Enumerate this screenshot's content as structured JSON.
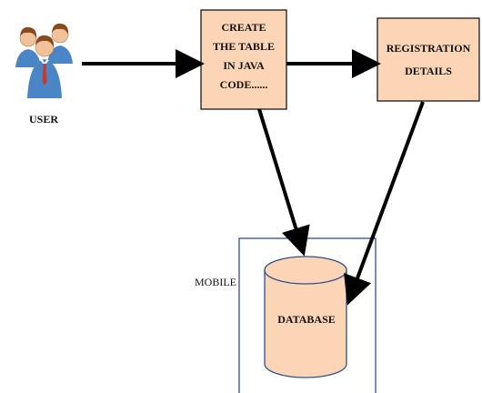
{
  "user": {
    "label": "USER",
    "icon": "user-group-icon"
  },
  "create_box": {
    "lines": [
      "CREATE",
      "THE TABLE",
      "IN JAVA",
      "CODE......"
    ]
  },
  "registration_box": {
    "lines": [
      "REGISTRATION",
      "DETAILS"
    ]
  },
  "mobile": {
    "label": "MOBILE"
  },
  "database": {
    "label": "DATABASE"
  },
  "colors": {
    "box_fill": "#fbd5b5",
    "box_border": "#1a1a1a",
    "mobile_border": "#2f4f8f",
    "arrow": "#000000",
    "user_skin": "#f2c39a",
    "user_hair": "#8a4a1e",
    "user_suit": "#4a86c5",
    "user_tie": "#c83a2a"
  }
}
